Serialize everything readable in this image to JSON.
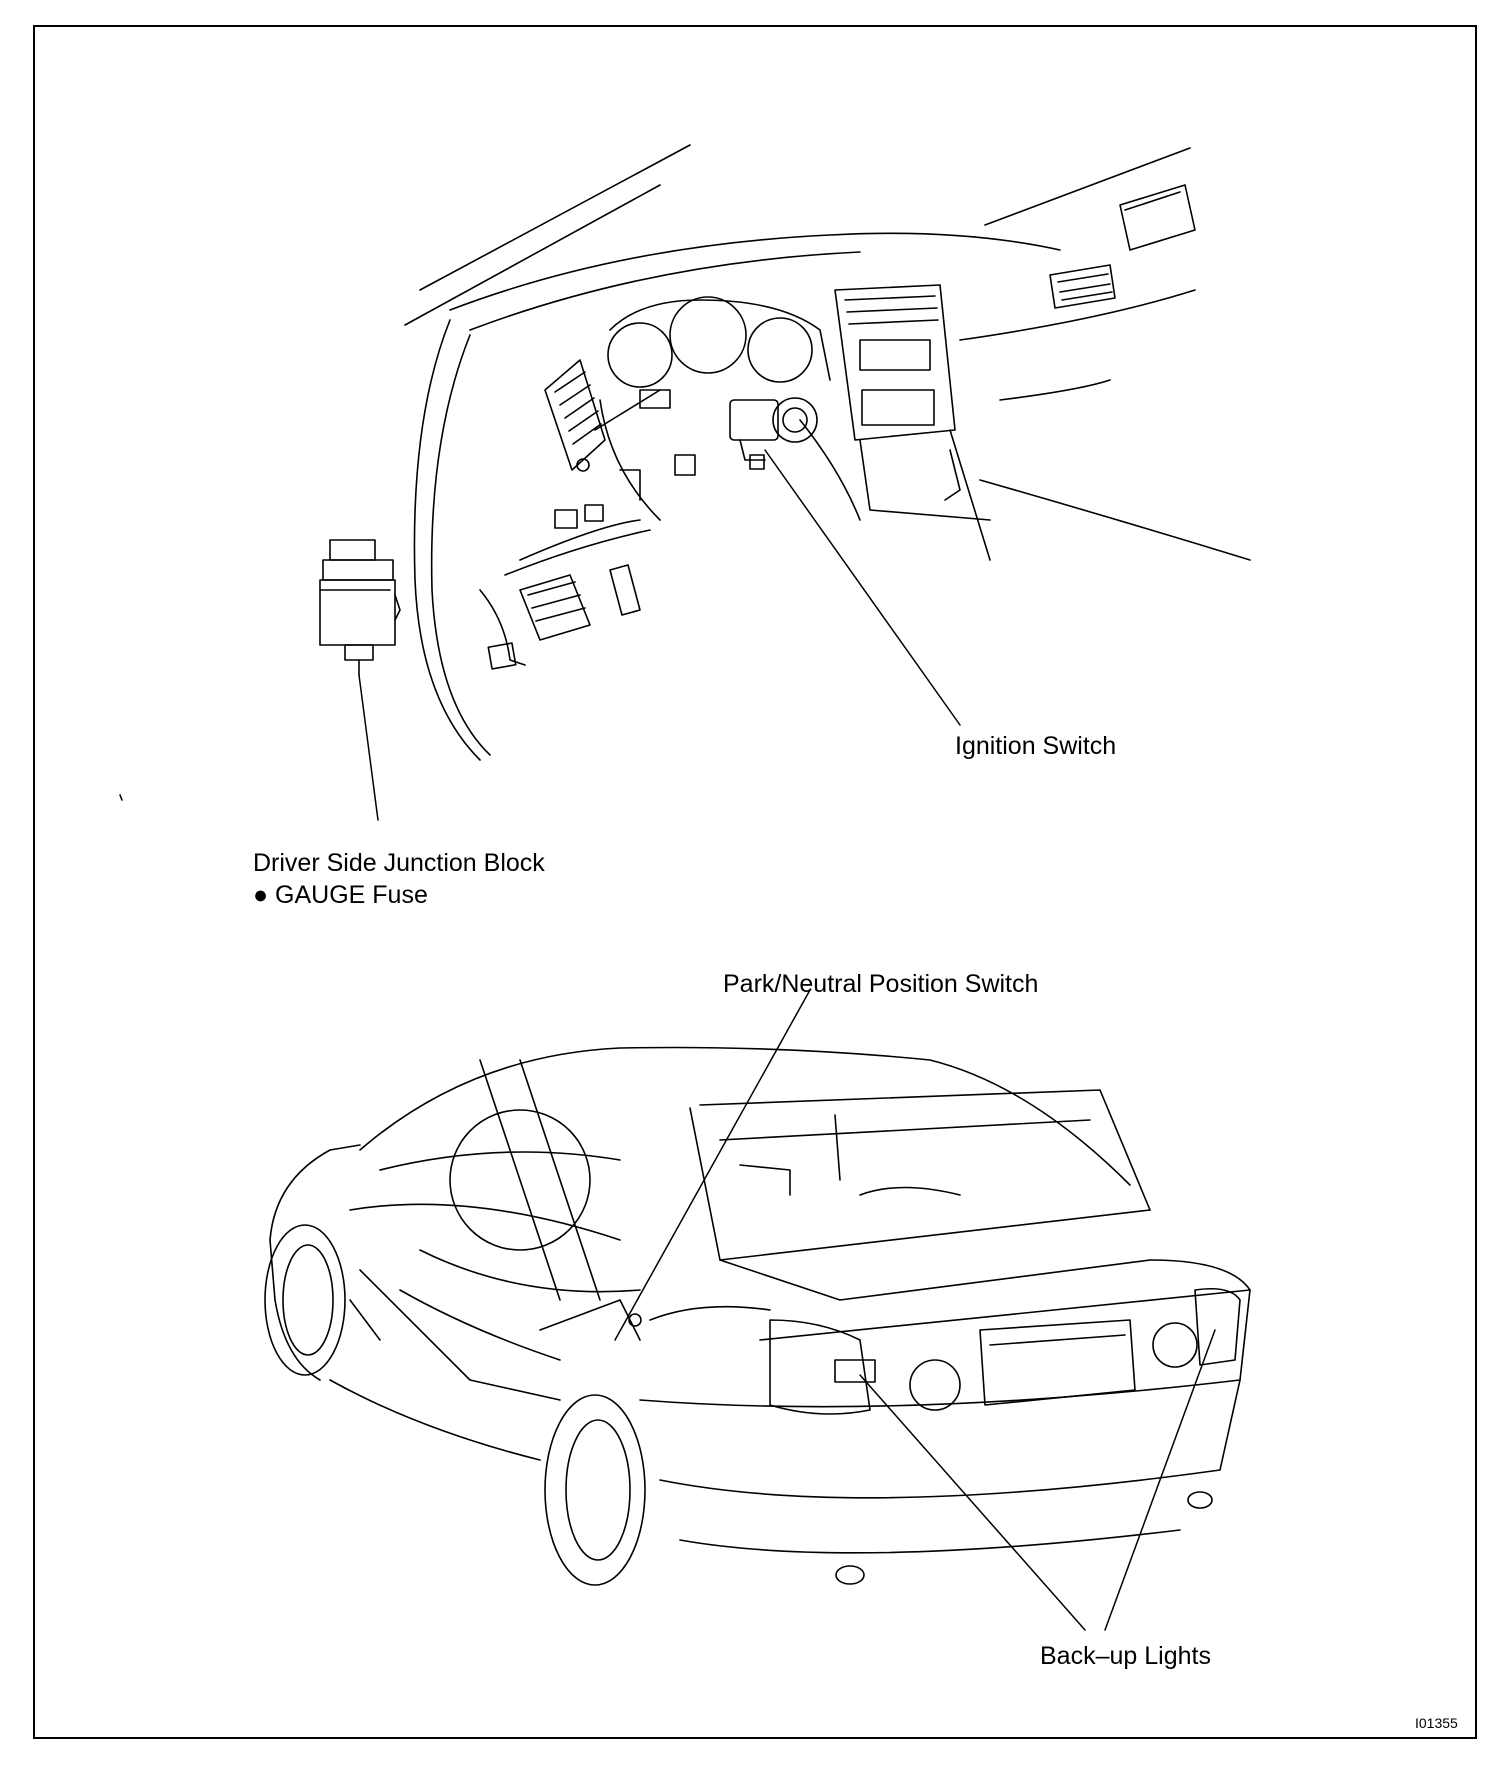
{
  "labels": {
    "ignition_switch": "Ignition Switch",
    "junction_block": "Driver Side Junction Block",
    "gauge_fuse": "● GAUGE Fuse",
    "park_neutral": "Park/Neutral Position Switch",
    "backup_lights": "Back–up Lights"
  },
  "figure_id": "I01355"
}
